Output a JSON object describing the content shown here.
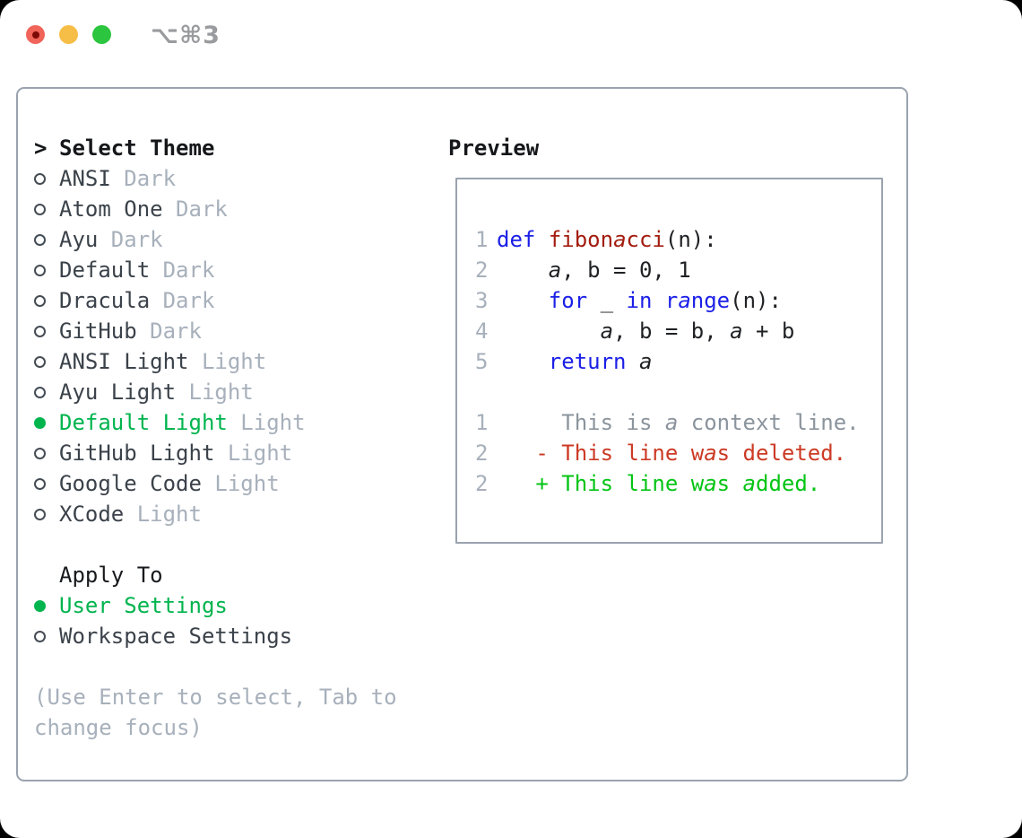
{
  "window": {
    "title": "⌥⌘3",
    "traffic_lights": [
      "close",
      "minimize",
      "zoom"
    ]
  },
  "colors": {
    "panel_border": "#9aa3ae",
    "accent_green": "#00b44e",
    "added_green": "#04c414",
    "deleted_red": "#cc3a25",
    "keyword_blue": "#1c20e6",
    "function_red": "#a31c10",
    "muted_gray": "#a7b0bb",
    "context_gray": "#8b949d",
    "text_dark": "#3b424a"
  },
  "theme_list": {
    "header_prefix": ">",
    "header": "Select Theme",
    "items": [
      {
        "name": "ANSI",
        "variant": "Dark",
        "selected": false
      },
      {
        "name": "Atom One",
        "variant": "Dark",
        "selected": false
      },
      {
        "name": "Ayu",
        "variant": "Dark",
        "selected": false
      },
      {
        "name": "Default",
        "variant": "Dark",
        "selected": false
      },
      {
        "name": "Dracula",
        "variant": "Dark",
        "selected": false
      },
      {
        "name": "GitHub",
        "variant": "Dark",
        "selected": false
      },
      {
        "name": "ANSI Light",
        "variant": "Light",
        "selected": false
      },
      {
        "name": "Ayu Light",
        "variant": "Light",
        "selected": false
      },
      {
        "name": "Default Light",
        "variant": "Light",
        "selected": true
      },
      {
        "name": "GitHub Light",
        "variant": "Light",
        "selected": false
      },
      {
        "name": "Google Code",
        "variant": "Light",
        "selected": false
      },
      {
        "name": "XCode",
        "variant": "Light",
        "selected": false
      }
    ]
  },
  "apply_to": {
    "header": "Apply To",
    "options": [
      {
        "name": "User Settings",
        "selected": true
      },
      {
        "name": "Workspace Settings",
        "selected": false
      }
    ]
  },
  "help_text": "(Use Enter to select, Tab to change focus)",
  "preview": {
    "header": "Preview",
    "lines": [
      {
        "n": "1",
        "segs": [
          {
            "t": "def",
            "c": "kw"
          },
          {
            "t": " "
          },
          {
            "t": "fibonacci",
            "c": "fn"
          },
          {
            "t": "(n):"
          }
        ]
      },
      {
        "n": "2",
        "segs": [
          {
            "t": "    a, b = 0, 1"
          }
        ]
      },
      {
        "n": "3",
        "segs": [
          {
            "t": "    "
          },
          {
            "t": "for",
            "c": "kw"
          },
          {
            "t": " _ "
          },
          {
            "t": "in",
            "c": "kw"
          },
          {
            "t": " "
          },
          {
            "t": "range",
            "c": "kw"
          },
          {
            "t": "(n):"
          }
        ]
      },
      {
        "n": "4",
        "segs": [
          {
            "t": "        a, b = b, a + b"
          }
        ]
      },
      {
        "n": "5",
        "segs": [
          {
            "t": "    "
          },
          {
            "t": "return",
            "c": "kw"
          },
          {
            "t": " a"
          }
        ]
      },
      {
        "n": "",
        "segs": []
      },
      {
        "n": "1",
        "segs": [
          {
            "t": "     This is a context line.",
            "c": "ctx"
          }
        ]
      },
      {
        "n": "2",
        "segs": [
          {
            "t": "   - This line was deleted.",
            "c": "del"
          }
        ]
      },
      {
        "n": "2",
        "segs": [
          {
            "t": "   + This line was added.",
            "c": "add"
          }
        ]
      }
    ]
  }
}
